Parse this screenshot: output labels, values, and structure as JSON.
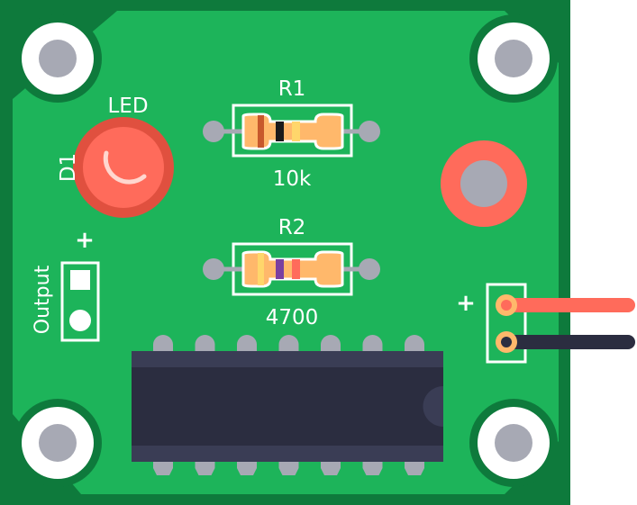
{
  "board": {
    "colors": {
      "pcb_outer": "#0e7a3c",
      "pcb_inner": "#1db45a",
      "silkscreen": "#ffffff",
      "pad_gray": "#a7a9b4",
      "led": "#ff6b5b",
      "wire_red": "#ff6b5b",
      "wire_black": "#2b2d40",
      "chip_body": "#2b2d40",
      "pin_metal": "#a7a9b4"
    }
  },
  "led": {
    "designator": "D1",
    "label": "LED"
  },
  "resistors": [
    {
      "designator": "R1",
      "value": "10k",
      "bands": [
        "#c8582c",
        "#1a1a1a",
        "#ffd66b"
      ]
    },
    {
      "designator": "R2",
      "value": "4700",
      "bands": [
        "#ffd66b",
        "#7a3fa0",
        "#ff6b5b"
      ]
    }
  ],
  "output_header": {
    "label": "Output",
    "polarity": "+"
  },
  "power_header": {
    "polarity": "+"
  },
  "chip": {
    "pins_per_side": 7
  }
}
